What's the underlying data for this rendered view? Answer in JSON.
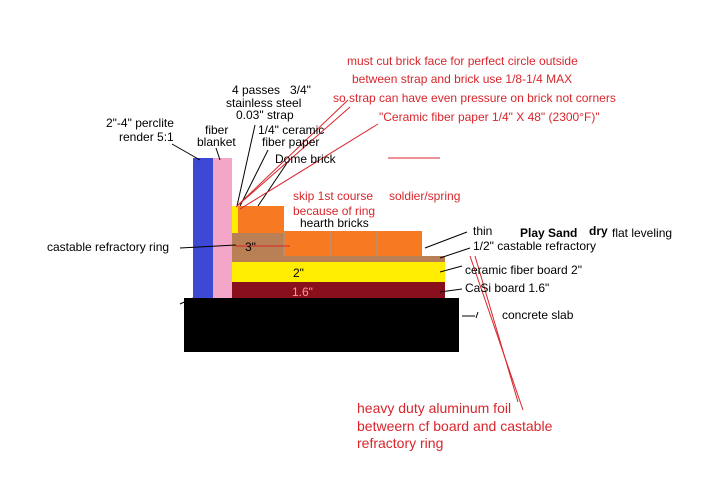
{
  "labels": {
    "cut_note_1": "must cut brick face for perfect circle outside",
    "cut_note_2": "between strap and brick use 1/8-1/4 MAX",
    "cut_note_3": "so strap can have even pressure on brick not corners",
    "paper_spec": "\"Ceramic fiber paper 1/4\" X 48\" (2300°F)\"",
    "passes": "4 passes",
    "strap_width": "3/4\"",
    "stainless": "stainless steel",
    "strap": "0.03\" strap",
    "perlite_1": "2\"-4\" perclite",
    "perlite_2": "render 5:1",
    "fiber_1": "fiber",
    "fiber_2": "blanket",
    "paper_1": "1/4\" ceramic",
    "paper_2": "fiber paper",
    "dome_brick": "Dome brick",
    "skip_1": "skip 1st course",
    "skip_2": "because of ring",
    "soldier": "soldier/spring",
    "hearth_bricks": "hearth bricks",
    "thin": "thin",
    "play_sand": "Play Sand",
    "dry": "dry",
    "flat_leveling": "flat leveling",
    "castable_half": "1/2\" castable refractory",
    "castable_ring": "castable refractory ring",
    "ring_3in": "3\"",
    "cf_board_2in": "2\"",
    "casi_16": "1.6\"",
    "cf_board": "ceramic fiber board 2\"",
    "casi_board": "CaSi board 1.6\"",
    "concrete": "concrete slab",
    "foil_1": "heavy duty aluminum foil",
    "foil_2": "betweern cf board and castable",
    "foil_3": "refractory ring"
  },
  "colors": {
    "perlite": "#3d49d4",
    "fiber_blanket": "#f4a6c8",
    "castable": "#b97f55",
    "brick": "#f77a22",
    "cf_board": "#ffee00",
    "casi": "#8a0f1c",
    "concrete": "#000000",
    "annotation": "#d8262c"
  }
}
